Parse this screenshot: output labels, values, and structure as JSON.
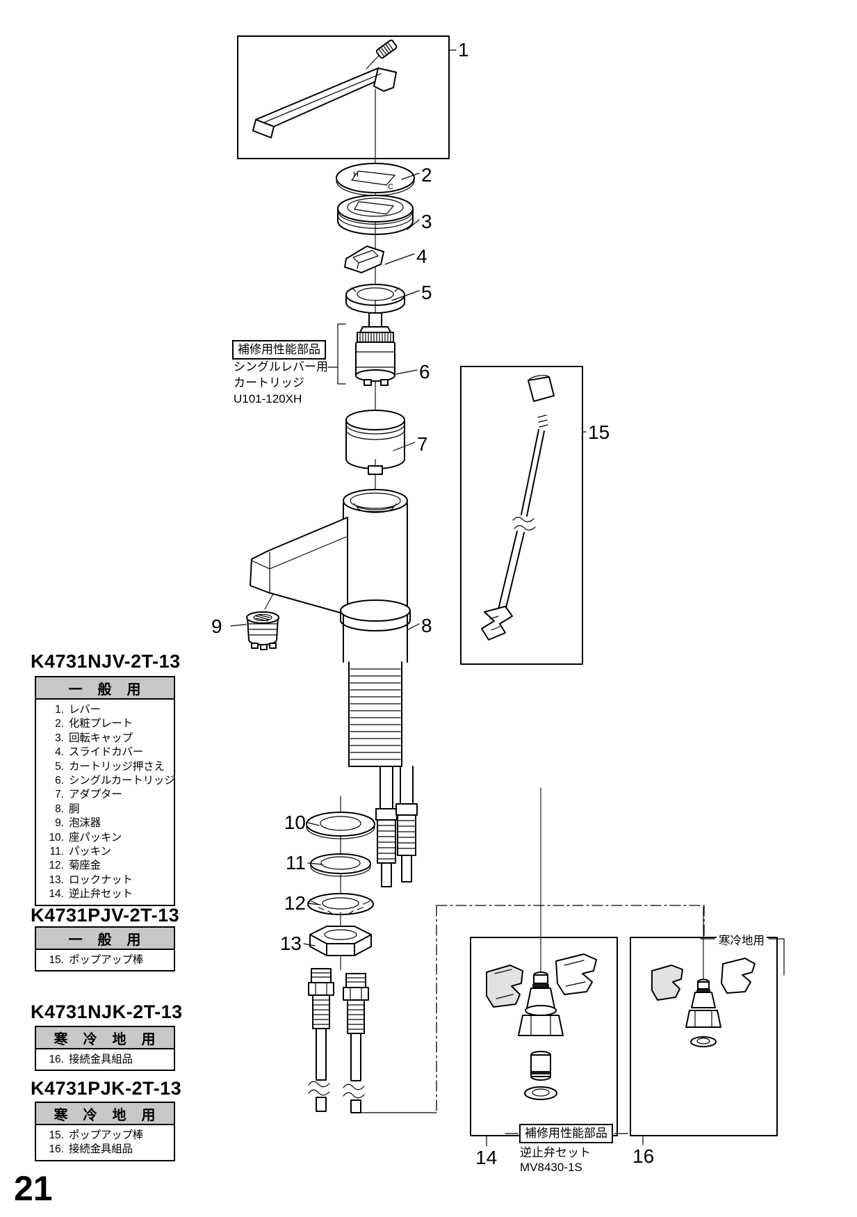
{
  "page": {
    "number": "21"
  },
  "diagram": {
    "callouts": [
      "1",
      "2",
      "3",
      "4",
      "5",
      "6",
      "7",
      "8",
      "9",
      "10",
      "11",
      "12",
      "13",
      "14",
      "15",
      "16"
    ],
    "plate_marks": {
      "hot": "H",
      "cold": "C"
    },
    "cartridge_note": {
      "tag": "補修用性能部品",
      "line1": "シングルレバー用",
      "line2": "カートリッジ",
      "model": "U101-120XH"
    },
    "check_valve_note": {
      "tag": "補修用性能部品",
      "name": "逆止弁セット",
      "model": "MV8430-1S"
    },
    "cold_region_label": "寒冷地用"
  },
  "models": [
    {
      "code": "K4731NJV-2T-13",
      "usage": "一　般　用",
      "parts": [
        {
          "no": "1.",
          "name": "レバー"
        },
        {
          "no": "2.",
          "name": "化粧プレート"
        },
        {
          "no": "3.",
          "name": "回転キャップ"
        },
        {
          "no": "4.",
          "name": "スライドカバー"
        },
        {
          "no": "5.",
          "name": "カートリッジ押さえ"
        },
        {
          "no": "6.",
          "name": "シングルカートリッジ"
        },
        {
          "no": "7.",
          "name": "アダプター"
        },
        {
          "no": "8.",
          "name": "胴"
        },
        {
          "no": "9.",
          "name": "泡沫器"
        },
        {
          "no": "10.",
          "name": "座パッキン"
        },
        {
          "no": "11.",
          "name": "パッキン"
        },
        {
          "no": "12.",
          "name": "菊座金"
        },
        {
          "no": "13.",
          "name": "ロックナット"
        },
        {
          "no": "14.",
          "name": "逆止弁セット"
        }
      ]
    },
    {
      "code": "K4731PJV-2T-13",
      "usage": "一　般　用",
      "parts": [
        {
          "no": "15.",
          "name": "ポップアップ棒"
        }
      ]
    },
    {
      "code": "K4731NJK-2T-13",
      "usage": "寒　冷　地　用",
      "parts": [
        {
          "no": "16.",
          "name": "接続金具組品"
        }
      ]
    },
    {
      "code": "K4731PJK-2T-13",
      "usage": "寒　冷　地　用",
      "parts": [
        {
          "no": "15.",
          "name": "ポップアップ棒"
        },
        {
          "no": "16.",
          "name": "接続金具組品"
        }
      ]
    }
  ]
}
